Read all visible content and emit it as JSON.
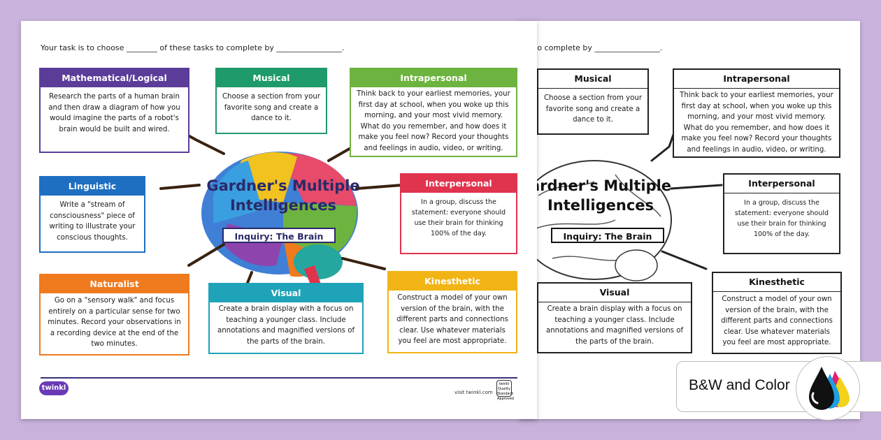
{
  "task_line": {
    "left": "Your task is to choose ________ of these tasks to complete by _________________.",
    "right": "to complete by _________________."
  },
  "center": {
    "title_line1": "Gardner's Multiple",
    "title_line2": "Intelligences",
    "inquiry": "Inquiry: The Brain",
    "bw_title_line1": "ardner's Multiple"
  },
  "boxes": {
    "mathematical": {
      "title": "Mathematical/Logical",
      "text": "Research the parts of a human brain and then draw a diagram of how you would imagine the parts of a robot's brain would be built and wired.",
      "color": "#5b3c98"
    },
    "musical": {
      "title": "Musical",
      "text": "Choose a section from your favorite song and create a dance to it.",
      "color": "#1f9a6a"
    },
    "intrapersonal": {
      "title": "Intrapersonal",
      "text": "Think back to your earliest memories, your first day at school, when you woke up this morning, and your most vivid memory. What do you remember, and how does it make you feel now? Record your thoughts and feelings in audio, video, or writing.",
      "color": "#6db33f"
    },
    "linguistic": {
      "title": "Linguistic",
      "text": "Write a \"stream of consciousness\" piece of writing to illustrate your conscious thoughts.",
      "color": "#1e6fc1"
    },
    "interpersonal": {
      "title": "Interpersonal",
      "text": "In a group, discuss the statement: everyone should use their brain for thinking 100% of the day.",
      "color": "#e0344e"
    },
    "naturalist": {
      "title": "Naturalist",
      "text": "Go on a \"sensory walk\" and focus entirely on a particular sense for two minutes. Record your observations in a recording device at the end of the two minutes.",
      "color": "#f07a1e"
    },
    "visual": {
      "title": "Visual",
      "text": "Create a brain display with a focus on teaching a younger class. Include annotations and magnified versions of the parts of the brain.",
      "color": "#1fa3b8"
    },
    "kinesthetic": {
      "title": "Kinesthetic",
      "text": "Construct a model of your own version of the brain, with the different parts and connections clear. Use whatever materials you feel are most appropriate.",
      "color": "#f2b415"
    }
  },
  "footer": {
    "logo": "twinkl",
    "visit": "visit twinkl.com",
    "seal": "twinkl Quality Standard Approved"
  },
  "badge": {
    "label": "B&W and Color"
  }
}
